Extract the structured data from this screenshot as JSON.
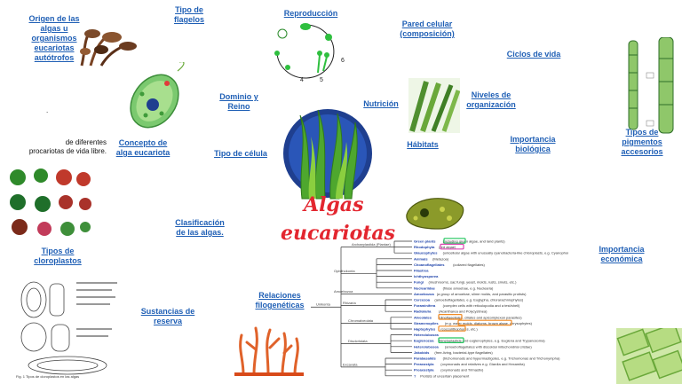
{
  "central": {
    "line1": "Algas",
    "line2": "eucariotas"
  },
  "nodes": {
    "origen": "Origen de las\nalgas u\norganismos\neucariotas\nautótrofos",
    "tipo_flagelos": "Tipo de\nflagelos",
    "reproduccion": "Reproducción",
    "pared": "Pared celular\n(composición)",
    "ciclos": "Ciclos de vida",
    "dominio": "Dominio y\nReino",
    "nutricion": "Nutrición",
    "niveles": "Niveles de\norganización",
    "concepto": "Concepto de\nalga eucariota",
    "tipo_celula": "Tipo de célula",
    "habitats": "Hábitats",
    "importancia_bio": "Importancia\nbiológica",
    "pigmentos": "Tipos de\npigmentos\naccesorios",
    "clasificacion": "Clasificación\nde las algas.",
    "tipos_cloro": "Tipos de\ncloroplastos",
    "importancia_eco": "Importancia\neconómica",
    "relaciones": "Relaciones\nfilogenéticas",
    "sustancias": "Sustancias de\nreserva"
  },
  "notes": {
    "prokaryote": "de diferentes\nprocariotas de vida libre.",
    "dot": "."
  },
  "tree": {
    "groups": [
      "Archaeplastida (Plantae)",
      "Unikonta",
      "Opisthokonta",
      "Amoebozoa",
      "Chromalveolata",
      "Rhizaria",
      "Excavata",
      "Discicristata"
    ],
    "taxa": [
      {
        "name": "Green plants",
        "note": "(including green algae, and land plants)"
      },
      {
        "name": "Rhodophyta",
        "note": "(red algae)"
      },
      {
        "name": "Glaucophytes",
        "note": "(unicellular algae with unusually cyanobacteria-like chloroplasts, e.g. Cyanophora)"
      },
      {
        "name": "Animals",
        "note": "(Metazoa)"
      },
      {
        "name": "Choanoflagellates",
        "note": "(collared flagellates)"
      },
      {
        "name": "Filastrea",
        "note": ""
      },
      {
        "name": "Ichthyosporea",
        "note": ""
      },
      {
        "name": "Fungi",
        "note": "(mushrooms, sac fungi, yeast, molds, rusts, smuts, etc.)"
      },
      {
        "name": "Nucleariidae",
        "note": "(filose amoebae, e.g. Nuclearia)"
      },
      {
        "name": "Amoebozoa",
        "note": "(a group of amoebae, slime molds, and parasitic protists)"
      },
      {
        "name": "Cercozoa",
        "note": "(amoeboflagellates, e.g. Euglypha, chlorarachniophytes)"
      },
      {
        "name": "Foraminifera",
        "note": "(complex cells with reticulopodia and a test/shell)"
      },
      {
        "name": "Radiolaria",
        "note": "(Acantharea and Polycystinea)"
      },
      {
        "name": "Alveolates",
        "note": "(dinoflagellates, ciliates and apicomplexan parasites)"
      },
      {
        "name": "Stramenopiles",
        "note": "(e.g. water molds, diatoms, brown algae, chrysophytes)"
      },
      {
        "name": "Haptophytes",
        "note": "(coccolithophores, etc.)"
      },
      {
        "name": "Heterolobosea",
        "note": ""
      },
      {
        "name": "Euglenozoa",
        "note": "(kinetoplastids and euglenophytes, e.g. Euglena and Trypanosoma)"
      },
      {
        "name": "Heterolobosea",
        "note": "(amoeboflagellates with discoidal mitochondrial cristae)"
      },
      {
        "name": "Jakobids",
        "note": "(free-living, bacterial-type flagellates)"
      },
      {
        "name": "Parabasalids",
        "note": "(trichomonads and hypermastigotes, e.g. Trichomonas and Trichonympha)"
      },
      {
        "name": "Preaxostyla",
        "note": "(oxymonads and relatives e.g. Giardia and Hexamita)"
      },
      {
        "name": "Preaxostyla",
        "note": "(oxymonads and Trimastix)"
      },
      {
        "name": "?",
        "note": "Protists of uncertain placement"
      }
    ]
  },
  "cycle_numbers": [
    "6",
    "5",
    "4"
  ],
  "accent_colors": {
    "link": "#1f5fb5",
    "title": "#e3262f",
    "highlight_green": "#22c55e",
    "highlight_magenta": "#d946b0",
    "highlight_orange": "#f08a24"
  },
  "caption": "Fig. 1 Tipos de cloroplastos en las algas"
}
